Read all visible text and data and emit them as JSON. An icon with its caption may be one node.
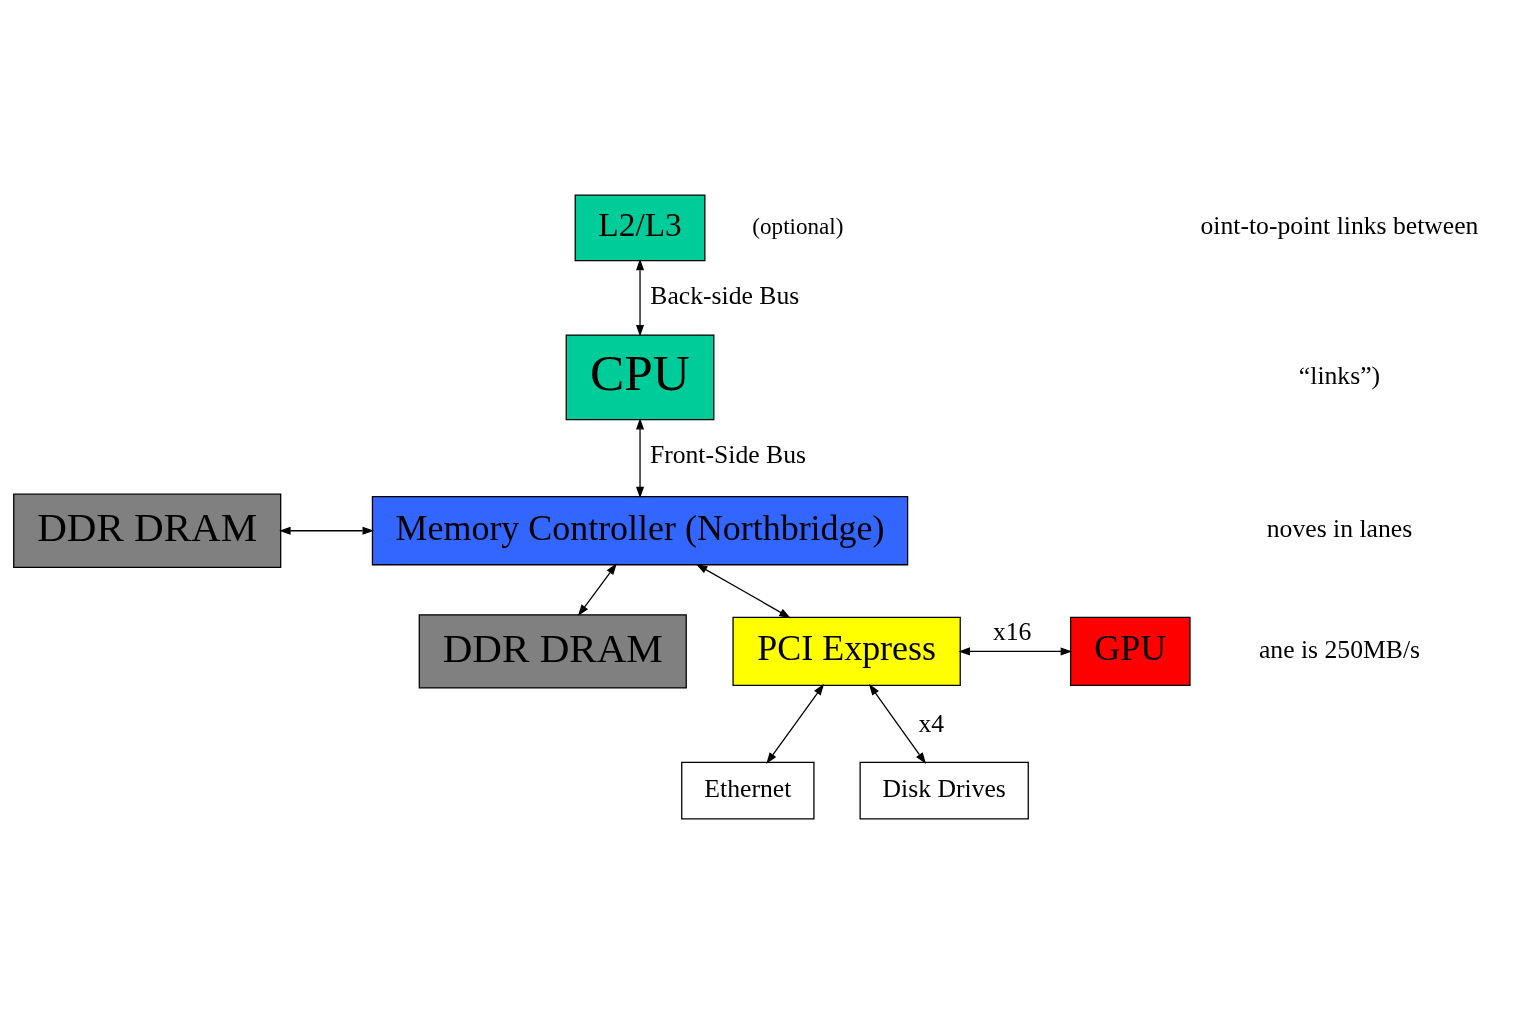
{
  "diagram": {
    "nodes": [
      {
        "text": [
          "L2/L3"
        ],
        "beside": [
          "(optional)"
        ]
      },
      {
        "text": [
          "CPU"
        ]
      },
      {
        "text": [
          "DDR DRAM"
        ]
      },
      {
        "text": [
          "DDR DRAM"
        ]
      },
      {
        "text": [
          "Memory Controller (Northbridge)"
        ]
      },
      {
        "text": [
          "PCI Express"
        ]
      },
      {
        "text": [
          "GPU"
        ]
      },
      {
        "text": [
          "Ethernet"
        ]
      },
      {
        "text": [
          "Disk Drives"
        ]
      }
    ],
    "edges": [
      {
        "from": 0,
        "to": 1,
        "arrow": "both",
        "label": "Back-side Bus"
      },
      {
        "from": 1,
        "to": 4,
        "arrow": "both",
        "label": "Front-Side Bus"
      },
      {
        "from": 2,
        "to": 4,
        "arrow": "both"
      },
      {
        "from": 3,
        "to": 4,
        "arrow": "both"
      },
      {
        "from": 4,
        "to": 5,
        "arrow": "both"
      },
      {
        "from": 5,
        "to": 6,
        "arrow": "both",
        "label": "x16"
      },
      {
        "from": 5,
        "to": 7,
        "arrow": "both"
      },
      {
        "from": 5,
        "to": 8,
        "arrow": "both",
        "label": "x4"
      }
    ],
    "labels": [
      "oint-to-point links between",
      "“links”)",
      "noves in lanes",
      "ane is 250MB/s"
    ]
  }
}
